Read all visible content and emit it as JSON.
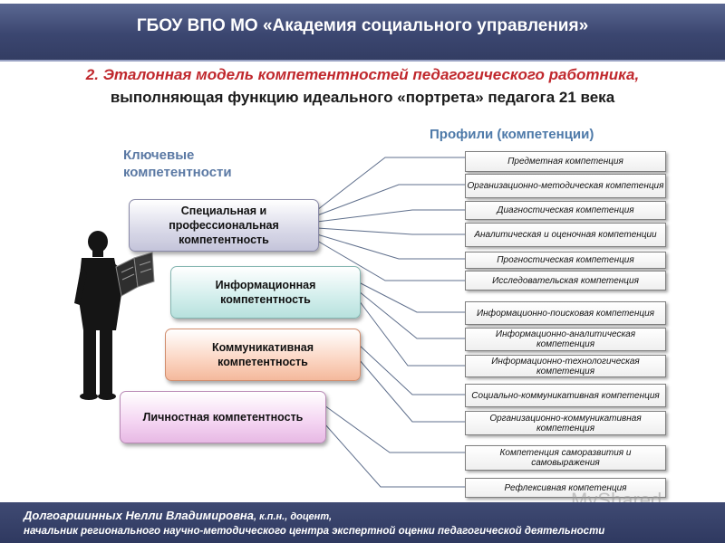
{
  "header": {
    "title": "ГБОУ ВПО МО «Академия социального управления»"
  },
  "subtitle": {
    "line1": "2. Эталонная модель компетентностей педагогического работника,",
    "line2": "выполняющая функцию идеального «портрета» педагога 21 века"
  },
  "key_competencies_title": "Ключевые компетентности",
  "profiles_title": "Профили (компетенции)",
  "competencies": [
    "Специальная и профессиональная компетентность",
    "Информационная компетентность",
    "Коммуникативная компетентность",
    "Личностная компетентность"
  ],
  "profiles": [
    "Предметная компетенция",
    "Организационно-методическая компетенция",
    "Диагностическая компетенция",
    "Аналитическая и оценочная компетенции",
    "Прогностическая компетенция",
    "Исследовательская компетенция",
    "Информационно-поисковая компетенция",
    "Информационно-аналитическая компетенция",
    "Информационно-технологическая компетенция",
    "Социально-коммуникативная компетенция",
    "Организационно-коммуникативная компетенция",
    "Компетенция саморазвития и самовыражения",
    "Рефлексивная компетенция"
  ],
  "footer": {
    "name": "Долгоаршинных Нелли Владимировна",
    "credentials": ", к.п.н., доцент,",
    "position": "начальник регионального научно-методического центра экспертной оценки педагогической деятельности"
  },
  "watermark": "MyShared",
  "colors": {
    "banner": "#3b4670",
    "subtitle_red": "#c0282d",
    "section_title_blue": "#5b79a4"
  }
}
